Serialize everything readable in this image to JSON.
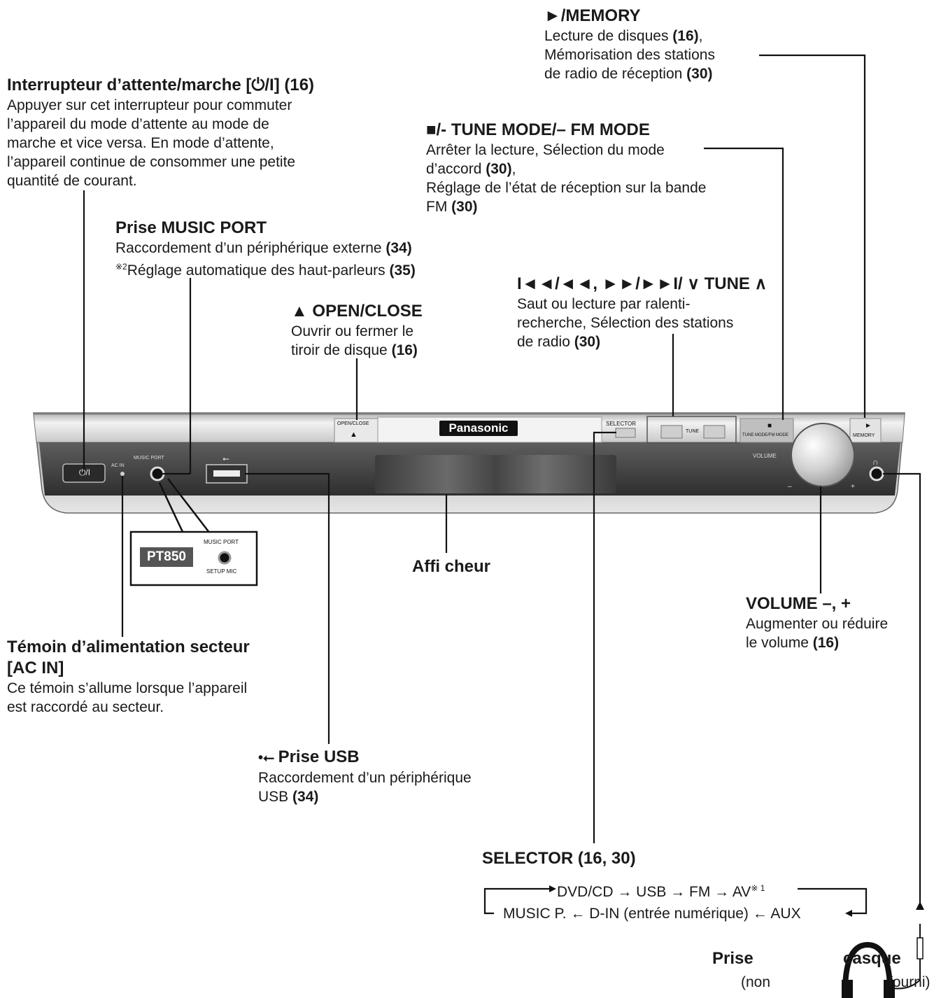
{
  "labels": {
    "standby": {
      "title": "Interrupteur d’attente/marche [⏻/I] (16)",
      "lines": [
        "Appuyer sur cet interrupteur pour commuter",
        "l’appareil du mode d’attente au mode de",
        "marche et vice versa. En mode d’attente,",
        "l’appareil continue de consommer une petite",
        "quantité de courant."
      ]
    },
    "music_port": {
      "title": "Prise MUSIC PORT",
      "line1_text": "Raccordement d’un périphérique externe ",
      "line1_ref": "(34)",
      "line2_note": "※2",
      "line2_text": "Réglage automatique des haut-parleurs ",
      "line2_ref": "(35)"
    },
    "open_close": {
      "title": "▲ OPEN/CLOSE",
      "line1": "Ouvrir ou fermer le",
      "line2_text": "tiroir de disque ",
      "line2_ref": "(16)"
    },
    "memory": {
      "title": "►/MEMORY",
      "line1_text": "Lecture de disques ",
      "line1_ref": "(16)",
      "line1_end": ",",
      "line2": "Mémorisation des stations",
      "line3_text": "de radio de réception ",
      "line3_ref": "(30)"
    },
    "stop_tune": {
      "title": "■/- TUNE MODE/– FM MODE",
      "line1": "Arrêter la lecture, Sélection du mode",
      "line2_text": "d’accord ",
      "line2_ref": "(30)",
      "line2_end": ",",
      "line3": "Réglage de l’état de réception sur la bande",
      "line4_text": "FM ",
      "line4_ref": "(30)"
    },
    "skip_tune": {
      "title": "I◄◄/◄◄, ►►/►►I/ ∨ TUNE ∧",
      "line1": "Saut ou lecture par ralenti-",
      "line2": "recherche, Sélection des stations",
      "line3_text": "de radio ",
      "line3_ref": "(30)"
    },
    "display": {
      "title": "Affi cheur"
    },
    "volume": {
      "title": "VOLUME –, +",
      "line1": "Augmenter ou réduire",
      "line2_text": "le volume ",
      "line2_ref": "(16)"
    },
    "ac_in": {
      "title1": "Témoin d’alimentation secteur",
      "title2": "[AC IN]",
      "line1": "Ce témoin s’allume lorsque l’appareil",
      "line2": "est raccordé au secteur."
    },
    "usb": {
      "title": "Prise USB",
      "line1": "Raccordement d’un périphérique",
      "line2_text": "USB ",
      "line2_ref": "(34)"
    },
    "selector": {
      "title": "SELECTOR (16, 30)",
      "row1": "DVD/CD → USB → FM → AV",
      "row1_note": "※ 1",
      "row2": "MUSIC P. ← D-IN (entrée numérique) ← AUX"
    },
    "headphones": {
      "word1": "Prise",
      "word2": "casque",
      "word3": "(non",
      "word4": "fourni)"
    }
  },
  "device": {
    "brand": "Panasonic",
    "power_btn": "⏻/I",
    "ac_in": "AC IN",
    "music_port": "MUSIC PORT",
    "open_close": "OPEN/CLOSE",
    "selector": "SELECTOR",
    "tune": "TUNE",
    "volume": "VOLUME",
    "minus": "–",
    "plus": "+",
    "memory": "MEMORY",
    "stop_label": "TUNE MODE/FM MODE",
    "inset_model": "PT850",
    "inset_port": "MUSIC PORT",
    "inset_mic": "SETUP MIC"
  }
}
